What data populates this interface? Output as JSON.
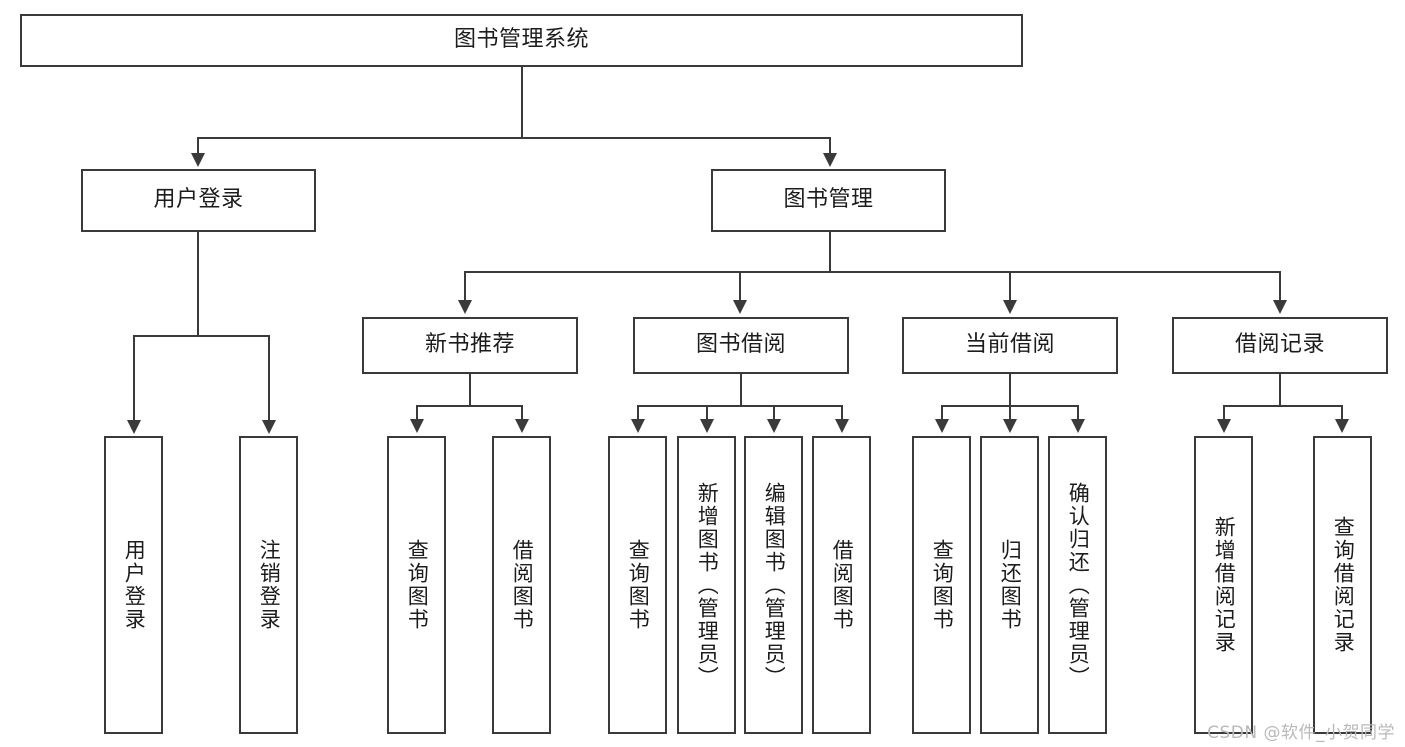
{
  "diagram": {
    "title": "图书管理系统",
    "root": {
      "label": "图书管理系统"
    },
    "level1": [
      {
        "label": "用户登录"
      },
      {
        "label": "图书管理"
      }
    ],
    "level2": [
      {
        "label": "新书推荐"
      },
      {
        "label": "图书借阅"
      },
      {
        "label": "当前借阅"
      },
      {
        "label": "借阅记录"
      }
    ],
    "leaves": {
      "user_login": [
        {
          "label": "用户登录"
        },
        {
          "label": "注销登录"
        }
      ],
      "new_book_recommend": [
        {
          "label": "查询图书"
        },
        {
          "label": "借阅图书"
        }
      ],
      "book_borrow": [
        {
          "label": "查询图书"
        },
        {
          "label": "新增图书（管理员）"
        },
        {
          "label": "编辑图书（管理员）"
        },
        {
          "label": "借阅图书"
        }
      ],
      "current_borrow": [
        {
          "label": "查询图书"
        },
        {
          "label": "归还图书"
        },
        {
          "label": "确认归还（管理员）"
        }
      ],
      "borrow_records": [
        {
          "label": "新增借阅记录"
        },
        {
          "label": "查询借阅记录"
        }
      ]
    }
  },
  "watermark": {
    "text": "CSDN @软件_小贺同学"
  },
  "colors": {
    "stroke": "#3a3a3a",
    "text": "#1c1c1c",
    "background": "#ffffff",
    "watermark": "#b9b9b9"
  }
}
